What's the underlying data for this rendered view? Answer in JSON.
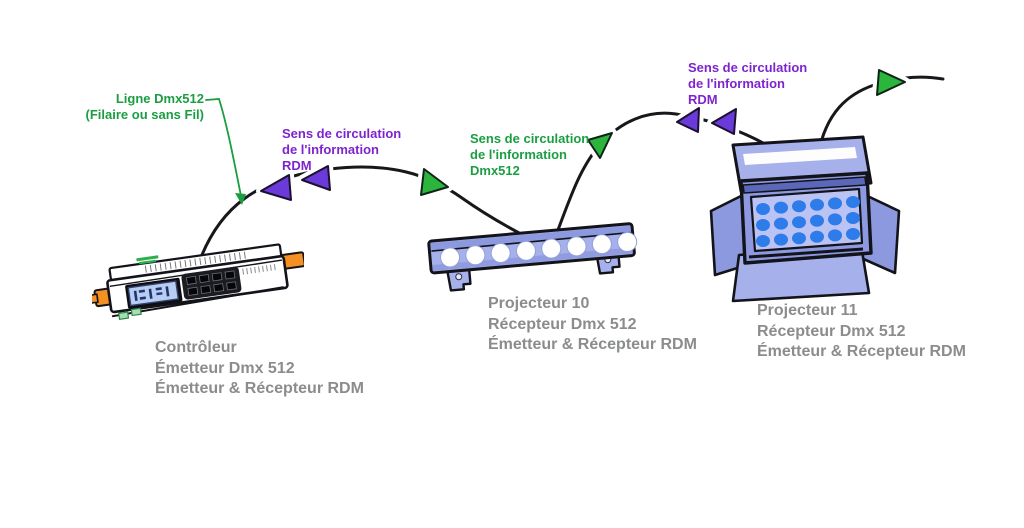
{
  "colors": {
    "background": "#ffffff",
    "dmx_green": "#1b9e42",
    "arrow_green": "#2cb53c",
    "rdm_purple": "#7e24ce",
    "arrow_purple": "#6a3bd8",
    "label_grey": "#8a8c8e",
    "cable_black": "#18181c",
    "device_blue": "#a6b0ea",
    "device_blue_dark": "#8d99de",
    "panel_face_blue": "#bac3f4",
    "led_blue": "#2d7ce9",
    "rack_orange": "#f49122",
    "lcd_blue": "#b8cdf2"
  },
  "annotations": {
    "dmx_line": {
      "line1": "Ligne Dmx512",
      "line2": "(Filaire ou sans Fil)"
    },
    "rdm_flow_1": {
      "line1": "Sens de circulation",
      "line2": "de l'information",
      "line3": "RDM"
    },
    "dmx_flow": {
      "line1": "Sens de circulation",
      "line2": "de l'information",
      "line3": "Dmx512"
    },
    "rdm_flow_2": {
      "line1": "Sens de circulation",
      "line2": "de l'information",
      "line3": "RDM"
    }
  },
  "devices": {
    "controller": {
      "title": "Contrôleur",
      "role1": "Émetteur Dmx 512",
      "role2": "Émetteur & Récepteur RDM"
    },
    "projector10": {
      "title": "Projecteur 10",
      "role1": "Récepteur Dmx 512",
      "role2": "Émetteur & Récepteur RDM"
    },
    "projector11": {
      "title": "Projecteur 11",
      "role1": "Récepteur Dmx 512",
      "role2": "Émetteur & Récepteur RDM"
    }
  }
}
